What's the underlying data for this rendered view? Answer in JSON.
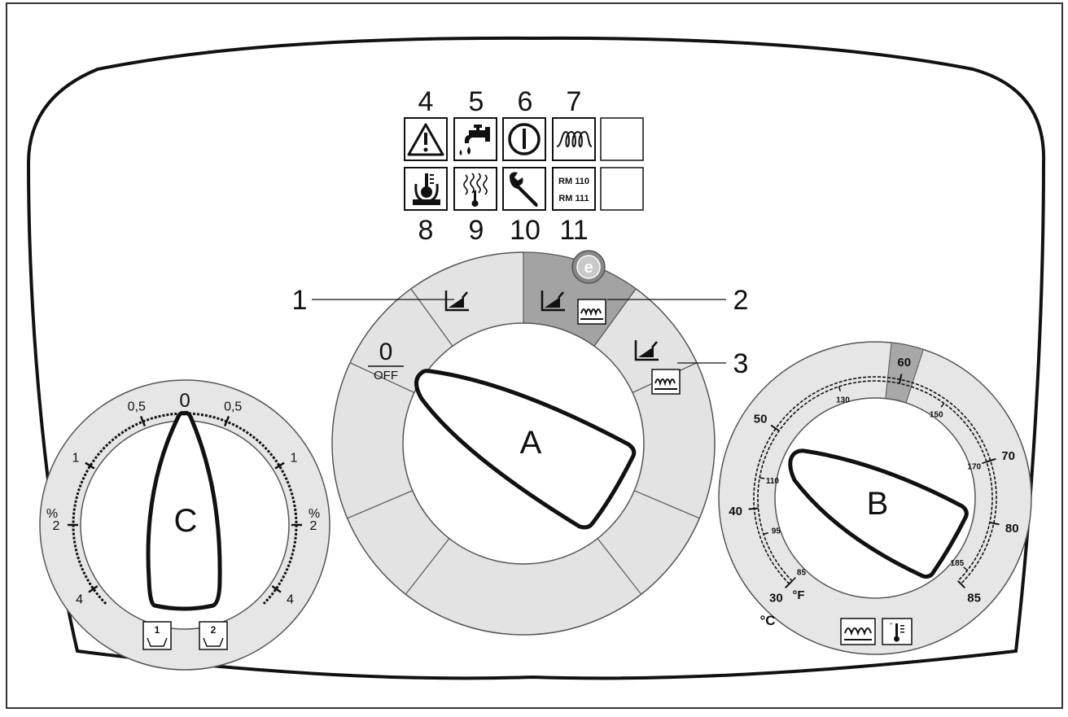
{
  "icon_labels_top": [
    "4",
    "5",
    "6",
    "7"
  ],
  "icon_labels_bottom": [
    "8",
    "9",
    "10",
    "11"
  ],
  "icons_top": [
    {
      "icon": "warning-icon",
      "label_index": 0
    },
    {
      "icon": "water-tap-icon",
      "label_index": 1
    },
    {
      "icon": "power-icon",
      "label_index": 2
    },
    {
      "icon": "heating-coil-icon",
      "label_index": 3
    },
    {
      "icon": "blank-icon"
    }
  ],
  "icons_bottom": [
    {
      "icon": "burner-temperature-icon"
    },
    {
      "icon": "flue-temperature-icon"
    },
    {
      "icon": "wrench-icon"
    },
    {
      "icon": "rm-module-icon",
      "text": [
        "RM 110",
        "RM 111"
      ]
    },
    {
      "icon": "blank-icon"
    }
  ],
  "callouts": [
    "1",
    "2",
    "3"
  ],
  "knob_a": {
    "letter": "A",
    "off_zero": "0",
    "off_label": "OFF",
    "eco_badge": "e",
    "colors": {
      "light": "#e3e3e3",
      "dark": "#a3a3a3",
      "stroke": "#555555"
    }
  },
  "knob_b": {
    "letter": "B",
    "celsius_ticks": [
      "30",
      "40",
      "50",
      "60",
      "70",
      "80",
      "85"
    ],
    "fahrenheit_ticks": [
      "85",
      "95",
      "110",
      "130",
      "150",
      "170",
      "185"
    ],
    "unit_c": "°C",
    "unit_f": "°F"
  },
  "knob_c": {
    "letter": "C",
    "center": "0",
    "left_ticks": [
      "0,5",
      "1",
      "2",
      "4"
    ],
    "right_ticks": [
      "0,5",
      "1",
      "2",
      "4"
    ],
    "unit_left": "%",
    "unit_right": "%",
    "programs": [
      "1",
      "2"
    ]
  }
}
